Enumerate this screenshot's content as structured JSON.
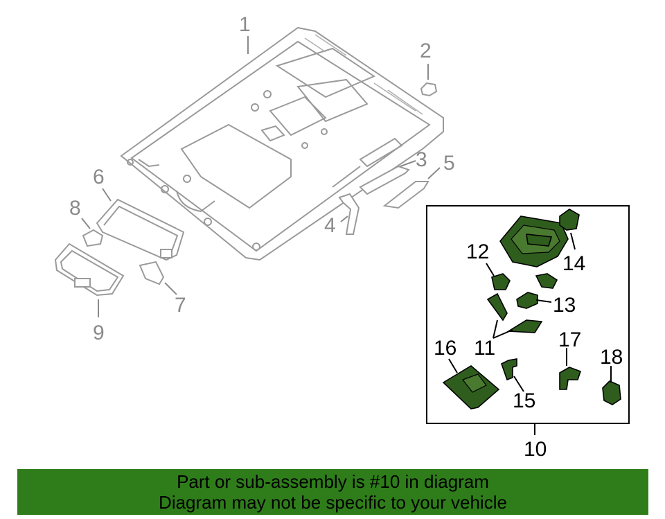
{
  "callouts": {
    "c1": "1",
    "c2": "2",
    "c3": "3",
    "c4": "4",
    "c5": "5",
    "c6": "6",
    "c7": "7",
    "c8": "8",
    "c9": "9",
    "c10": "10",
    "c11": "11",
    "c12": "12",
    "c13": "13",
    "c14": "14",
    "c15": "15",
    "c16": "16",
    "c17": "17",
    "c18": "18"
  },
  "banner": {
    "line1": "Part or sub-assembly is #10 in diagram",
    "line2": "Diagram may not be specific to your vehicle"
  },
  "colors": {
    "highlight_part": "#2f5d1e",
    "banner_bg": "#2e7d1a",
    "faded_part": "#9a9a9a"
  }
}
